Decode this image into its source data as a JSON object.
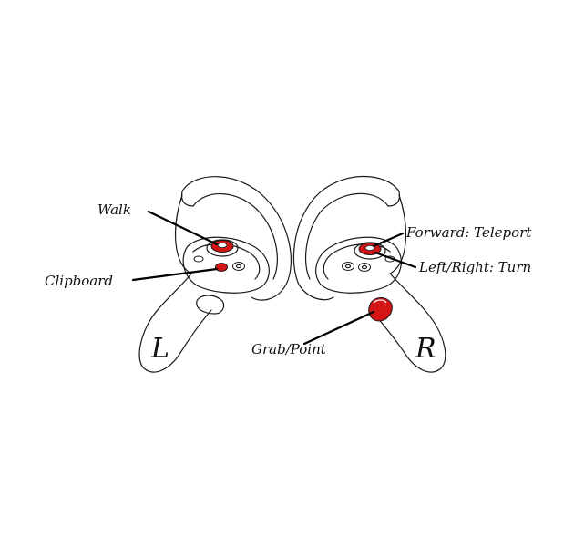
{
  "colors": {
    "highlight": "#d41515",
    "outline": "#1a1a1a",
    "background": "#ffffff"
  },
  "controllers": {
    "left": {
      "letter": "L"
    },
    "right": {
      "letter": "R"
    }
  },
  "callouts": {
    "walk": "Walk",
    "clipboard": "Clipboard",
    "forward_teleport": "Forward: Teleport",
    "left_right_turn": "Left/Right: Turn",
    "grab_point": "Grab/Point"
  }
}
